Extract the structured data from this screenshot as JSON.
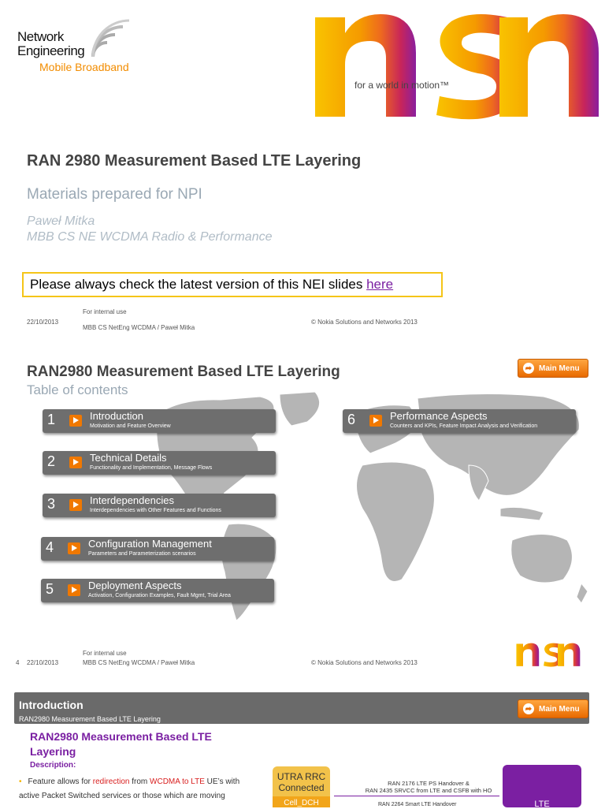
{
  "slide1": {
    "logo_line1": "Network",
    "logo_line2": "Engineering",
    "logo_sub": "Mobile Broadband",
    "brand": "nsn",
    "tagline": "for a world in motion™",
    "title": "RAN 2980 Measurement Based LTE Layering",
    "subtitle": "Materials prepared for NPI",
    "author_line1": "Paweł Mitka",
    "author_line2": "MBB CS NE WCDMA Radio & Performance",
    "notice_text": "Please always check the latest version of this NEI slides ",
    "notice_link": "here",
    "footer": {
      "date": "22/10/2013",
      "internal": "For internal use",
      "dept": "MBB CS NetEng WCDMA / Paweł Mitka",
      "copyright": "© Nokia Solutions and Networks 2013"
    }
  },
  "slide2": {
    "title": "RAN2980 Measurement Based LTE Layering",
    "subtitle": "Table of contents",
    "main_menu": "Main Menu",
    "toc": [
      {
        "num": "1",
        "title": "Introduction",
        "desc": "Motivation and Feature Overview"
      },
      {
        "num": "2",
        "title": "Technical Details",
        "desc": "Functionality and Implementation, Message Flows"
      },
      {
        "num": "3",
        "title": "Interdependencies",
        "desc": "Interdependencies with Other Features and Functions"
      },
      {
        "num": "4",
        "title": "Configuration Management",
        "desc": "Parameters and Parameterization scenarios"
      },
      {
        "num": "5",
        "title": "Deployment Aspects",
        "desc": "Activation, Configuration Examples, Fault Mgmt, Trial Area"
      },
      {
        "num": "6",
        "title": "Performance Aspects",
        "desc": "Counters and KPIs, Feature Impact Analysis and Verification"
      }
    ],
    "footer": {
      "page": "4",
      "date": "22/10/2013",
      "internal": "For internal use",
      "dept": "MBB CS NetEng WCDMA / Paweł Mitka",
      "copyright": "© Nokia Solutions and Networks 2013"
    },
    "brand": "nsn"
  },
  "slide3": {
    "bar_title": "Introduction",
    "bar_sub": "RAN2980 Measurement Based LTE Layering",
    "main_menu": "Main Menu",
    "heading": "RAN2980 Measurement Based LTE Layering",
    "desc_label": "Description:",
    "bullet_a": "Feature allows for ",
    "bullet_red1": "redirection",
    "bullet_b": " from ",
    "bullet_red2": "WCDMA to LTE",
    "bullet_c": " UE’s with active Packet Switched services or those which are moving",
    "utra_line1": "UTRA RRC",
    "utra_line2": "Connected",
    "utra_state": "Cell_DCH",
    "ho_line1": "RAN 2176 LTE PS Handover &",
    "ho_line2": "RAN 2435 SRVCC from LTE and CSFB with HO",
    "ho_line3": "RAN 2264 Smart LTE Handover",
    "lte_label": "LTE"
  },
  "colors": {
    "nsn_yellow": "#f9b200",
    "nsn_orange": "#f07800",
    "nsn_purple": "#8a1f9e",
    "accent_purple": "#7a1fa2",
    "bar_gray": "#6a6a6a"
  }
}
